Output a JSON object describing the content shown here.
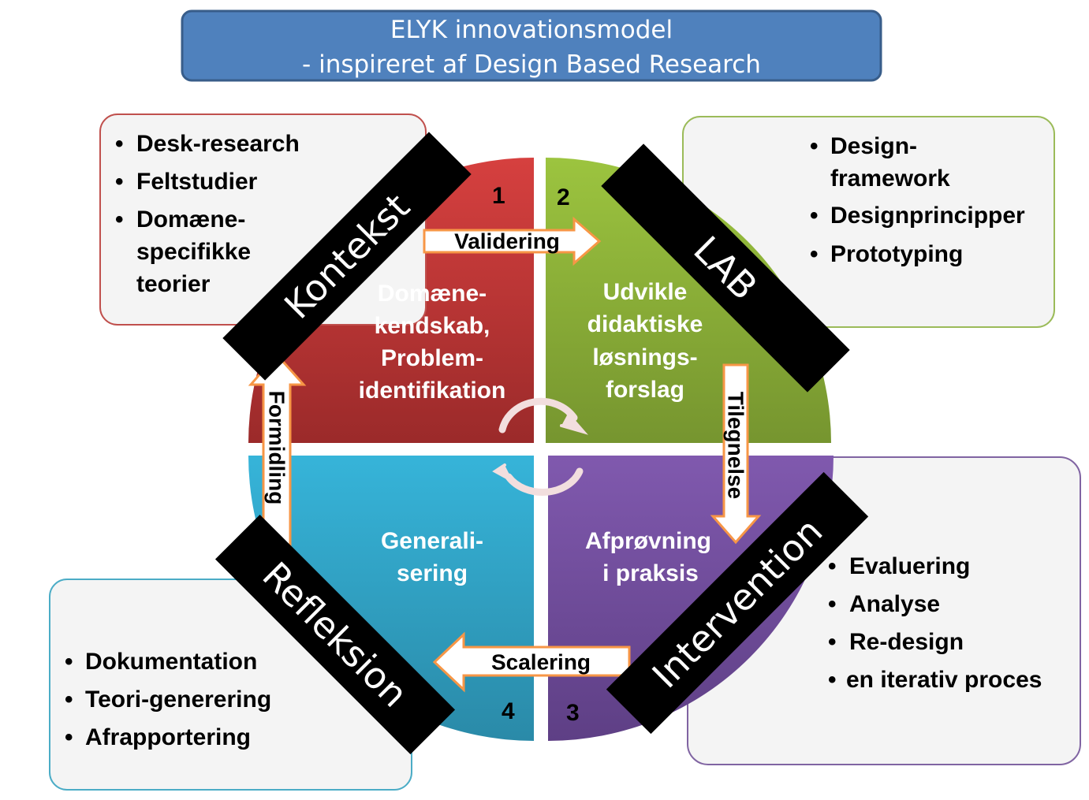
{
  "title": {
    "line1": "ELYK innovationsmodel",
    "line2": "- inspireret af Design Based Research"
  },
  "colors": {
    "title": "#4f81bd",
    "red": "#c0393b",
    "green": "#8db03a",
    "blue": "#31acd0",
    "purple": "#7a56a4",
    "arrow_border": "#f79646"
  },
  "quadrants": [
    {
      "number": "1",
      "lines": [
        "Domæne-",
        "kendskab,",
        "Problem-",
        "identifikation"
      ]
    },
    {
      "number": "2",
      "lines": [
        "Udvikle",
        "didaktiske",
        "løsnings-",
        "forslag"
      ]
    },
    {
      "number": "3",
      "lines": [
        "Afprøvning",
        "i praksis"
      ]
    },
    {
      "number": "4",
      "lines": [
        "Generali-",
        "sering"
      ]
    }
  ],
  "banners": {
    "kontekst": "Kontekst",
    "lab": "LAB",
    "intervention": "Intervention",
    "refleksion": "Refleksion"
  },
  "arrows": {
    "validering": "Validering",
    "tilegnelse": "Tilegnelse",
    "scalering": "Scalering",
    "formidling": "Formidling"
  },
  "boxes": {
    "kontekst": [
      "Desk-research",
      "Feltstudier",
      "Domæne-",
      "specifikke",
      "teorier"
    ],
    "lab": [
      "Design-",
      "framework",
      "Designprincipper",
      "Prototyping"
    ],
    "intervention": [
      "Evaluering",
      "Analyse",
      "Re-design",
      "en iterativ proces"
    ],
    "refleksion": [
      "Dokumentation",
      "Teori-generering",
      "Afrapportering"
    ]
  }
}
